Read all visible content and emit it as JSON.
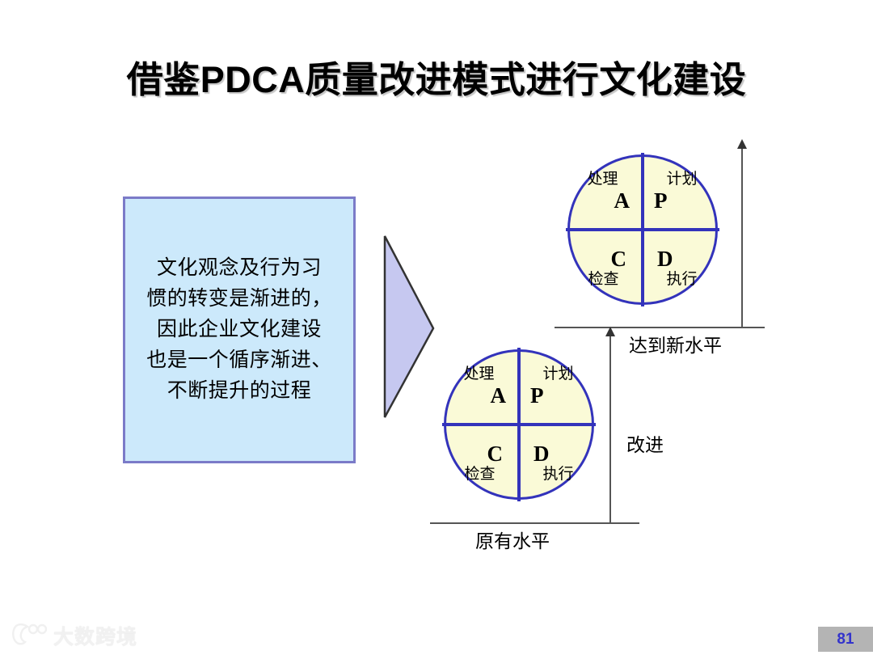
{
  "slide": {
    "title": "借鉴PDCA质量改进模式进行文化建设",
    "page_number": "81",
    "background_color": "#ffffff"
  },
  "text_box": {
    "fill_color": "#cce9fb",
    "border_color": "#7b7bc8",
    "lines": [
      "文化观念及行为习",
      "惯的转变是渐进的，",
      "因此企业文化建设",
      "也是一个循序渐进、",
      "不断提升的过程"
    ]
  },
  "arrow_shape": {
    "name": "right-pointing-triangle",
    "fill_color": "#c6c8f0",
    "border_color": "#333333"
  },
  "pdca": {
    "fill_color": "#fafad7",
    "border_color": "#3333bb",
    "upper": {
      "label": "达到新水平",
      "quadrants": [
        {
          "position": "top-left",
          "cn": "处理",
          "letter": "A"
        },
        {
          "position": "top-right",
          "cn": "计划",
          "letter": "P"
        },
        {
          "position": "bottom-left",
          "cn": "检查",
          "letter": "C"
        },
        {
          "position": "bottom-right",
          "cn": "执行",
          "letter": "D"
        }
      ]
    },
    "lower": {
      "label": "原有水平",
      "quadrants": [
        {
          "position": "top-left",
          "cn": "处理",
          "letter": "A"
        },
        {
          "position": "top-right",
          "cn": "计划",
          "letter": "P"
        },
        {
          "position": "bottom-left",
          "cn": "检查",
          "letter": "C"
        },
        {
          "position": "bottom-right",
          "cn": "执行",
          "letter": "D"
        }
      ]
    }
  },
  "axes": {
    "new_level_label": "达到新水平",
    "improvement_label": "改进",
    "original_level_label": "原有水平",
    "line_color": "#555555"
  },
  "watermark": {
    "text": "大数跨境"
  }
}
